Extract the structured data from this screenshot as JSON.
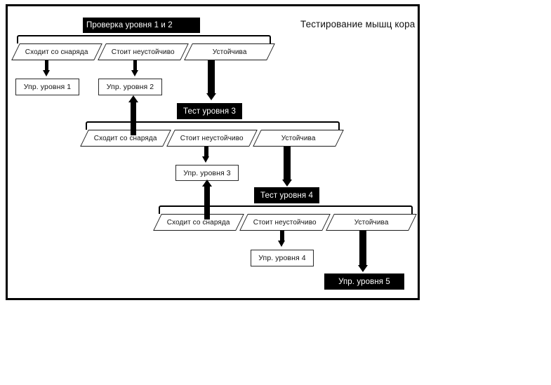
{
  "diagram": {
    "title": "Тестирование мышц кора",
    "frame": {
      "border_color": "#000000",
      "background": "#ffffff"
    },
    "palette": {
      "black": "#000000",
      "white": "#ffffff",
      "outline": "#1b1b1b",
      "text": "#111111"
    },
    "stages": [
      {
        "id": "stage-1",
        "header": "Проверка уровня 1 и 2",
        "header_style": "black",
        "options": [
          "Сходит со снаряда",
          "Стоит неустойчиво",
          "Устойчива"
        ],
        "results": [
          "Упр. уровня 1",
          "Упр. уровня 2"
        ]
      },
      {
        "id": "stage-2",
        "header": "Тест уровня 3",
        "header_style": "black",
        "options": [
          "Сходит со снаряда",
          "Стоит неустойчиво",
          "Устойчива"
        ],
        "results": [
          "Упр. уровня 3"
        ]
      },
      {
        "id": "stage-3",
        "header": "Тест уровня 4",
        "header_style": "black",
        "options": [
          "Сходит со снаряда",
          "Стоит неустойчиво",
          "Устойчива"
        ],
        "results": [
          "Упр. уровня 4",
          "Упр. уровня 5"
        ]
      }
    ],
    "terminal": "Упр. уровня 5"
  }
}
